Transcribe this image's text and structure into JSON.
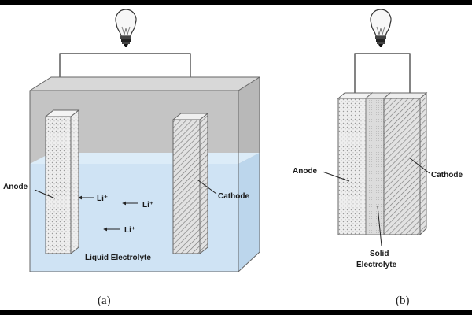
{
  "diagram_a": {
    "anode_label": "Anode",
    "cathode_label": "Cathode",
    "ion_labels": [
      "Li⁺",
      "Li⁺",
      "Li⁺"
    ],
    "electrolyte_label": "Liquid Electrolyte",
    "caption": "(a)"
  },
  "diagram_b": {
    "anode_label": "Anode",
    "cathode_label": "Cathode",
    "electrolyte_label_line1": "Solid",
    "electrolyte_label_line2": "Electrolyte",
    "caption": "(b)"
  },
  "colors": {
    "frame_bar": "#000000",
    "tank_gray": "#c9c9c9",
    "electrolyte_blue": "#cfe3f4",
    "electrode_outline": "#555555",
    "wire": "#333333"
  },
  "icons": [
    "light-bulb-icon",
    "light-bulb-icon"
  ]
}
